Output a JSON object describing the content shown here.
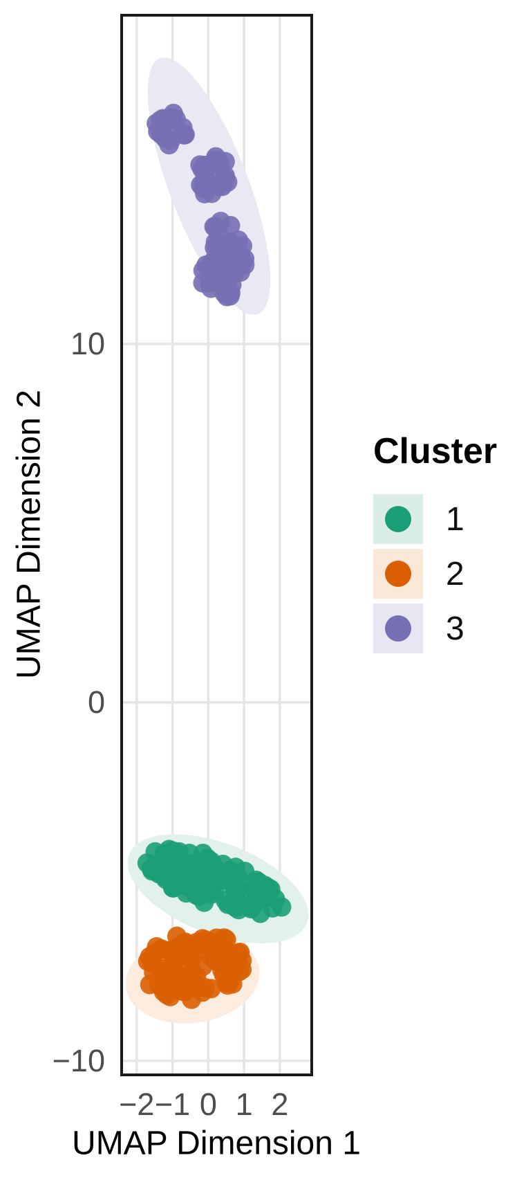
{
  "panel": {
    "bg": "#ffffff",
    "border_color": "#1a1a1a",
    "grid_color": "#e5e5e5"
  },
  "axes": {
    "x": {
      "title": "UMAP Dimension 1",
      "ticks": [
        -2,
        -1,
        0,
        1,
        2
      ],
      "tick_labels": [
        "−2",
        "−1",
        "0",
        "1",
        "2"
      ]
    },
    "y": {
      "title": "UMAP Dimension 2",
      "ticks": [
        10,
        0,
        -10
      ],
      "tick_labels": [
        "10",
        "0",
        "−10"
      ]
    }
  },
  "legend": {
    "title": "Cluster",
    "items": [
      {
        "label": "1",
        "color": "#1B9E77",
        "key_bg": "#daeee5"
      },
      {
        "label": "2",
        "color": "#D95F02",
        "key_bg": "#fae8d8"
      },
      {
        "label": "3",
        "color": "#7570B3",
        "key_bg": "#e7e6f2"
      }
    ]
  },
  "chart_data": {
    "type": "scatter",
    "title": "",
    "xlabel": "UMAP Dimension 1",
    "ylabel": "UMAP Dimension 2",
    "xlim": [
      -2.42,
      2.89
    ],
    "ylim": [
      -10.39,
      19.17
    ],
    "x_ticks": [
      -2,
      -1,
      0,
      1,
      2
    ],
    "y_ticks": [
      10,
      0,
      -10
    ],
    "grid": "major-only",
    "legend_position": "right",
    "point_radius_px": 14,
    "point_opacity": 0.9,
    "series": [
      {
        "name": "1",
        "color": "#1B9E77",
        "approx_center": [
          0.15,
          -5.0
        ],
        "approx_n_points": 95,
        "blobs": [
          {
            "cx": 0.155,
            "cy": -5.0,
            "rx": 2.05,
            "ry": 0.66,
            "angle_deg": -21,
            "n": 95,
            "seed": 101
          }
        ],
        "ellipse": {
          "cx": 0.27,
          "cy": -5.2,
          "rx": 2.66,
          "ry": 1.27,
          "angle_deg": -21,
          "fill": "#e2f1ea"
        }
      },
      {
        "name": "2",
        "color": "#D95F02",
        "approx_center": [
          -0.42,
          -7.35
        ],
        "approx_n_points": 80,
        "blobs": [
          {
            "cx": -0.425,
            "cy": -7.36,
            "rx": 1.43,
            "ry": 0.93,
            "angle_deg": 8,
            "n": 80,
            "seed": 202
          }
        ],
        "ellipse": {
          "cx": -0.44,
          "cy": -7.7,
          "rx": 1.88,
          "ry": 1.24,
          "angle_deg": 8,
          "fill": "#fbecdf"
        }
      },
      {
        "name": "3",
        "color": "#7570B3",
        "approx_center": [
          0.0,
          14.3
        ],
        "approx_n_points": 98,
        "blobs": [
          {
            "cx": -1.04,
            "cy": 16.0,
            "rx": 0.45,
            "ry": 0.45,
            "angle_deg": 0,
            "n": 20,
            "seed": 303
          },
          {
            "cx": 0.155,
            "cy": 14.65,
            "rx": 0.52,
            "ry": 0.6,
            "angle_deg": 0,
            "n": 28,
            "seed": 304
          },
          {
            "cx": 0.42,
            "cy": 12.35,
            "rx": 0.72,
            "ry": 1.08,
            "angle_deg": 0,
            "n": 50,
            "seed": 305
          }
        ],
        "ellipse": {
          "cx": 0.02,
          "cy": 14.4,
          "rx": 3.82,
          "ry": 1.1,
          "angle_deg": -69,
          "fill": "#e9e8f3"
        }
      }
    ]
  }
}
